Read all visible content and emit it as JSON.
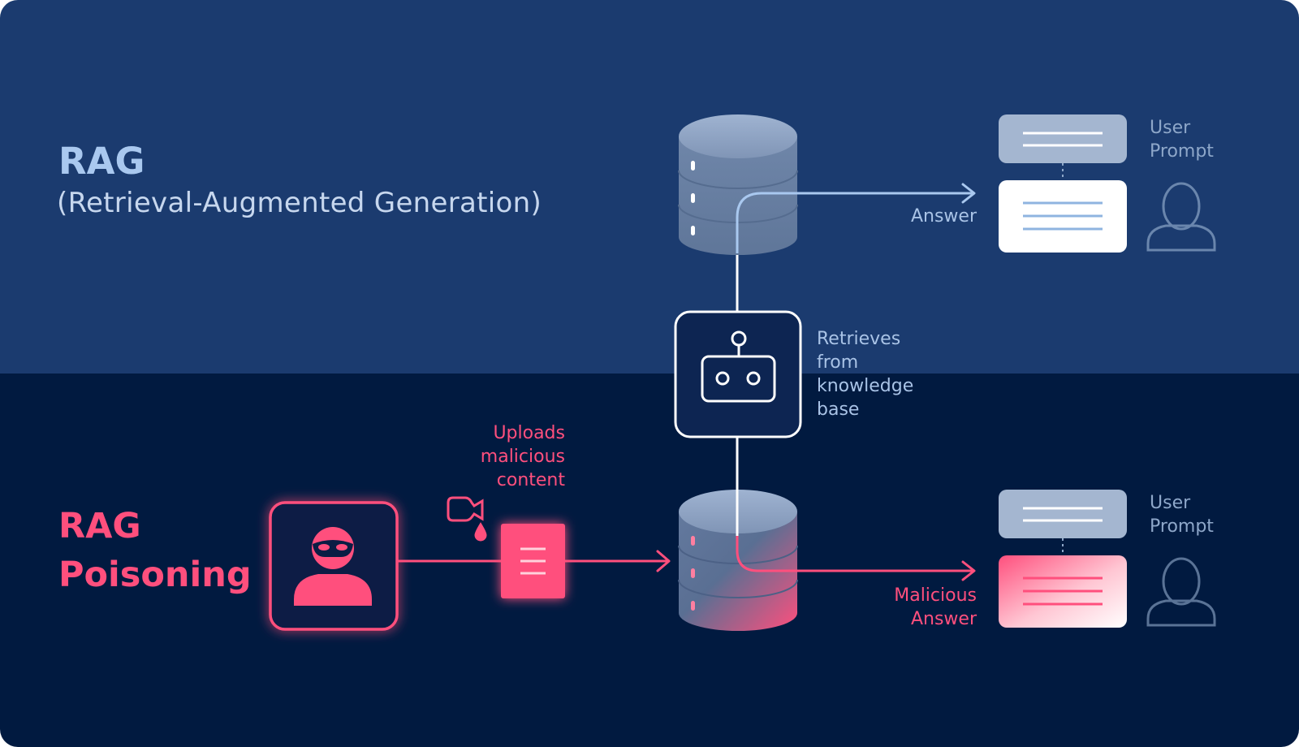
{
  "rag": {
    "title": "RAG",
    "subtitle": "(Retrieval-Augmented Generation)",
    "answer_label": "Answer",
    "user_prompt_label": "User\nPrompt"
  },
  "bot": {
    "retrieves_label": "Retrieves\nfrom\nknowledge\nbase",
    "icon": "robot-icon"
  },
  "poisoning": {
    "title": "RAG\nPoisoning",
    "uploads_label": "Uploads\nmalicious\ncontent",
    "malicious_answer_label": "Malicious\nAnswer",
    "user_prompt_label": "User\nPrompt",
    "attacker_icon": "hacker-icon",
    "document_icon": "document-icon",
    "poison_icon": "poison-drop-icon"
  },
  "colors": {
    "top_background": "#1b3b6f",
    "bottom_background": "#011a40",
    "accent_pink": "#ff4f7d",
    "light_blue": "#a9c8ef",
    "database": "#8ea4c4"
  }
}
